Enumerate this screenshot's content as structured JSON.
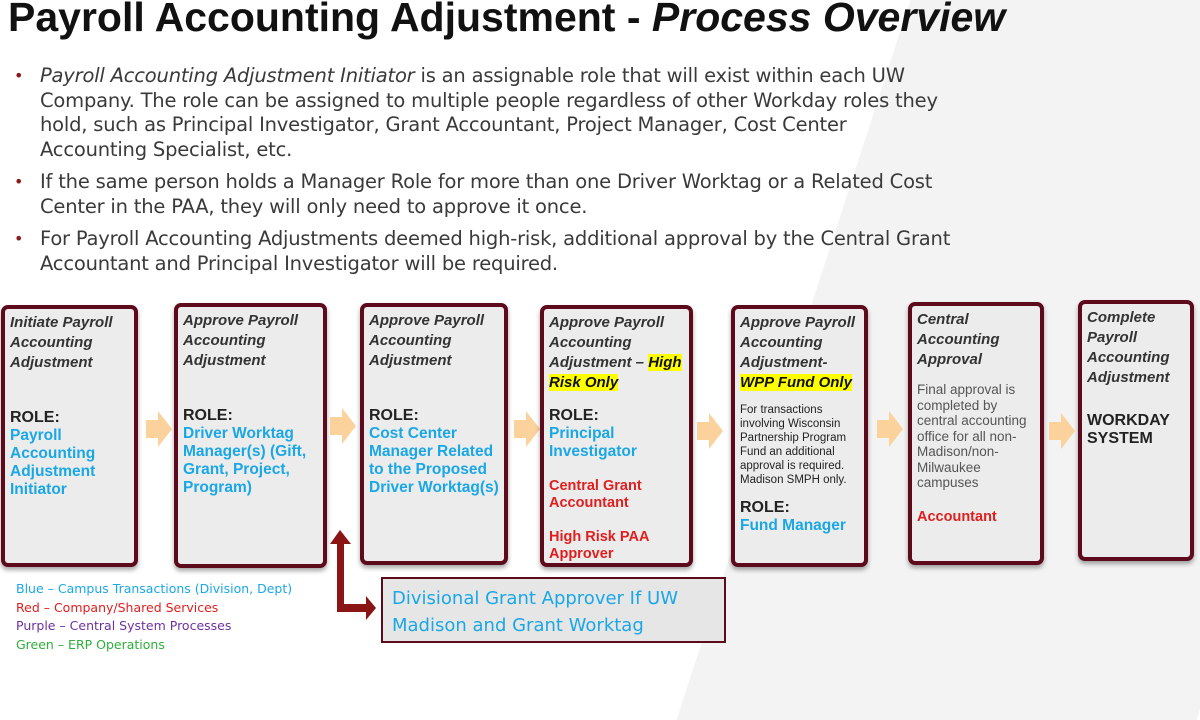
{
  "title": {
    "main": "Payroll Accounting Adjustment - ",
    "italic": "Process Overview"
  },
  "bullets": [
    {
      "italic": "Payroll Accounting Adjustment Initiator",
      "text": " is an assignable role that will exist within each UW Company. The role can be assigned to multiple people regardless of other Workday roles they hold, such as Principal Investigator, Grant Accountant, Project Manager, Cost Center Accounting Specialist, etc."
    },
    {
      "italic": "",
      "text": "If the same person holds a Manager Role for more than one Driver Worktag or a Related Cost Center in the PAA, they will only need to approve it once."
    },
    {
      "italic": "",
      "text": "For Payroll Accounting Adjustments deemed high-risk, additional approval by the Central Grant Accountant and Principal Investigator will be required."
    }
  ],
  "steps": [
    {
      "title": "Initiate Payroll Accounting Adjustment",
      "role_label": "ROLE:",
      "role": "Payroll Accounting Adjustment Initiator"
    },
    {
      "title": "Approve Payroll Accounting Adjustment",
      "role_label": "ROLE:",
      "role": "Driver Worktag Manager(s) (Gift, Grant, Project, Program)"
    },
    {
      "title": "Approve Payroll Accounting Adjustment",
      "role_label": "ROLE:",
      "role": "Cost Center Manager Related to the Proposed Driver Worktag(s)"
    },
    {
      "title": "Approve Payroll Accounting Adjustment –",
      "highlight": "High Risk Only",
      "role_label": "ROLE:",
      "role": "Principal Investigator",
      "red1": "Central Grant Accountant",
      "red2": "High Risk PAA Approver"
    },
    {
      "title": "Approve Payroll Accounting Adjustment-",
      "highlight": "WPP Fund Only",
      "note": "For transactions involving Wisconsin Partnership Program Fund an additional approval is required. Madison SMPH only.",
      "role_label": "ROLE:",
      "role": "Fund Manager"
    },
    {
      "title": "Central Accounting Approval",
      "note": "Final approval is completed by central accounting office for all non-Madison/non-Milwaukee campuses",
      "red1": "Accountant"
    },
    {
      "title": "Complete Payroll Accounting Adjustment",
      "role": "WORKDAY SYSTEM"
    }
  ],
  "legend": [
    {
      "text": "Blue – Campus Transactions (Division, Dept)",
      "color": "#1aa7e6"
    },
    {
      "text": "Red – Company/Shared Services",
      "color": "#e01e1e"
    },
    {
      "text": "Purple – Central System Processes",
      "color": "#7030a0"
    },
    {
      "text": "Green – ERP Operations",
      "color": "#2eae3b"
    }
  ],
  "callout": "Divisional Grant Approver If UW Madison and Grant Worktag",
  "colors": {
    "border": "#5c0a1c",
    "blue": "#1aa7e6",
    "red": "#e01e1e",
    "arrow": "#fbd29c"
  }
}
